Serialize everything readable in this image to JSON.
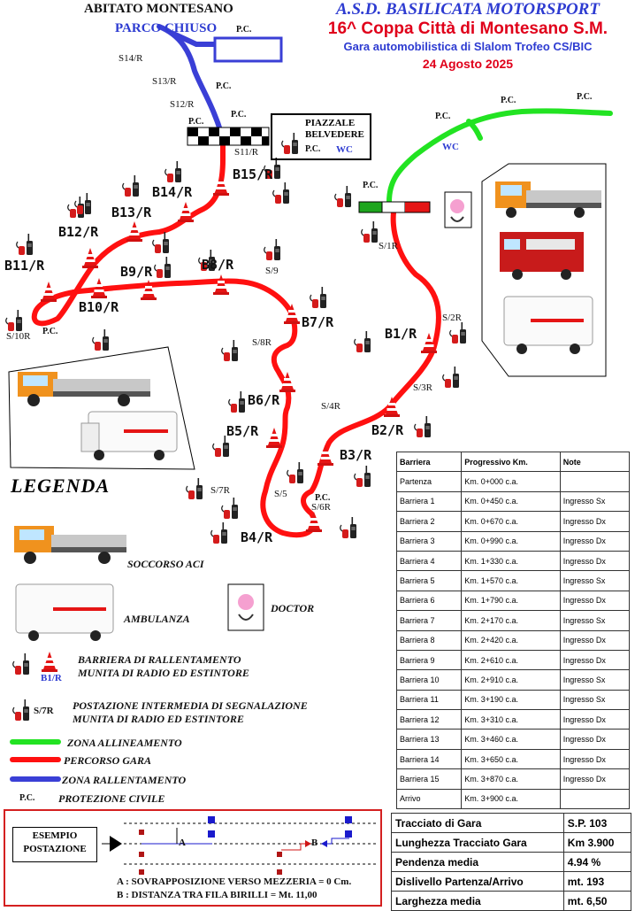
{
  "header": {
    "organizer": "A.S.D. BASILICATA MOTORSPORT",
    "title": "16^ Coppa Città di Montesano S.M.",
    "subtitle": "Gara automobilistica di Slalom Trofeo CS/BIC",
    "date": "24 Agosto 2025"
  },
  "map": {
    "abitato": "ABITATO MONTESANO",
    "parco_chiuso": "PARCO CHIUSO",
    "piazzale": "PIAZZALE",
    "belvedere": "BELVEDERE",
    "pc": "P.C.",
    "wc": "WC",
    "barriers": {
      "b1": "B1/R",
      "b2": "B2/R",
      "b3": "B3/R",
      "b4": "B4/R",
      "b5": "B5/R",
      "b6": "B6/R",
      "b7": "B7/R",
      "b8": "B8/R",
      "b9": "B9/R",
      "b10": "B10/R",
      "b11": "B11/R",
      "b12": "B12/R",
      "b13": "B13/R",
      "b14": "B14/R",
      "b15": "B15/R"
    },
    "stations": {
      "s1": "S/1R",
      "s2": "S/2R",
      "s3": "S/3R",
      "s4": "S/4R",
      "s5": "S/5",
      "s6": "S/6R",
      "s7": "S/7R",
      "s8": "S/8R",
      "s9": "S/9",
      "s10": "S/10R",
      "s11": "S11/R",
      "s12": "S12/R",
      "s13": "S13/R",
      "s14": "S14/R"
    },
    "colors": {
      "race": "#ff1010",
      "align": "#22e322",
      "slow": "#3a3fd6"
    }
  },
  "legend": {
    "title": "LEGENDA",
    "soccorso": "SOCCORSO ACI",
    "ambulanza": "AMBULANZA",
    "doctor": "DOCTOR",
    "barriera_l1": "BARRIERA DI RALLENTAMENTO",
    "barriera_l2": "MUNITA DI RADIO ED ESTINTORE",
    "barriera_tag": "B1/R",
    "postazione_l1": "POSTAZIONE INTERMEDIA DI SEGNALAZIONE",
    "postazione_l2": "MUNITA DI RADIO ED ESTINTORE",
    "postazione_tag": "S/7R",
    "zona_all": "ZONA ALLINEAMENTO",
    "percorso": "PERCORSO GARA",
    "zona_ral": "ZONA RALLENTAMENTO",
    "pc": "P.C.",
    "protezione": "PROTEZIONE CIVILE"
  },
  "barrier_table": {
    "headers": [
      "Barriera",
      "Progressivo Km.",
      "Note"
    ],
    "rows": [
      [
        "Partenza",
        "Km. 0+000 c.a.",
        ""
      ],
      [
        "Barriera 1",
        "Km. 0+450 c.a.",
        "Ingresso Sx"
      ],
      [
        "Barriera 2",
        "Km. 0+670 c.a.",
        "Ingresso Dx"
      ],
      [
        "Barriera 3",
        "Km. 0+990 c.a.",
        "Ingresso Dx"
      ],
      [
        "Barriera 4",
        "Km. 1+330 c.a.",
        "Ingresso Dx"
      ],
      [
        "Barriera 5",
        "Km. 1+570 c.a.",
        "Ingresso Sx"
      ],
      [
        "Barriera 6",
        "Km. 1+790 c.a.",
        "Ingresso Dx"
      ],
      [
        "Barriera 7",
        "Km. 2+170 c.a.",
        "Ingresso Sx"
      ],
      [
        "Barriera 8",
        "Km. 2+420 c.a.",
        "Ingresso Dx"
      ],
      [
        "Barriera 9",
        "Km. 2+610 c.a.",
        "Ingresso Dx"
      ],
      [
        "Barriera 10",
        "Km. 2+910 c.a.",
        "Ingresso Sx"
      ],
      [
        "Barriera 11",
        "Km. 3+190 c.a.",
        "Ingresso Sx"
      ],
      [
        "Barriera 12",
        "Km. 3+310 c.a.",
        "Ingresso Dx"
      ],
      [
        "Barriera 13",
        "Km. 3+460 c.a.",
        "Ingresso Dx"
      ],
      [
        "Barriera 14",
        "Km. 3+650 c.a.",
        "Ingresso Dx"
      ],
      [
        "Barriera 15",
        "Km. 3+870 c.a.",
        "Ingresso Dx"
      ],
      [
        "Arrivo",
        "Km. 3+900 c.a.",
        ""
      ]
    ]
  },
  "info_table": {
    "rows": [
      [
        "Tracciato di Gara",
        "S.P. 103"
      ],
      [
        "Lunghezza Tracciato Gara",
        "Km 3.900"
      ],
      [
        "Pendenza media",
        "4.94 %"
      ],
      [
        "Dislivello Partenza/Arrivo",
        "mt. 193"
      ],
      [
        "Larghezza media",
        "mt. 6,50"
      ]
    ]
  },
  "example": {
    "label_l1": "ESEMPIO",
    "label_l2": "POSTAZIONE",
    "a": "A",
    "b": "B",
    "note_a": "A : SOVRAPPOSIZIONE VERSO MEZZERIA = 0 Cm.",
    "note_b": "B : DISTANZA TRA FILA BIRILLI =  Mt. 11,00"
  }
}
